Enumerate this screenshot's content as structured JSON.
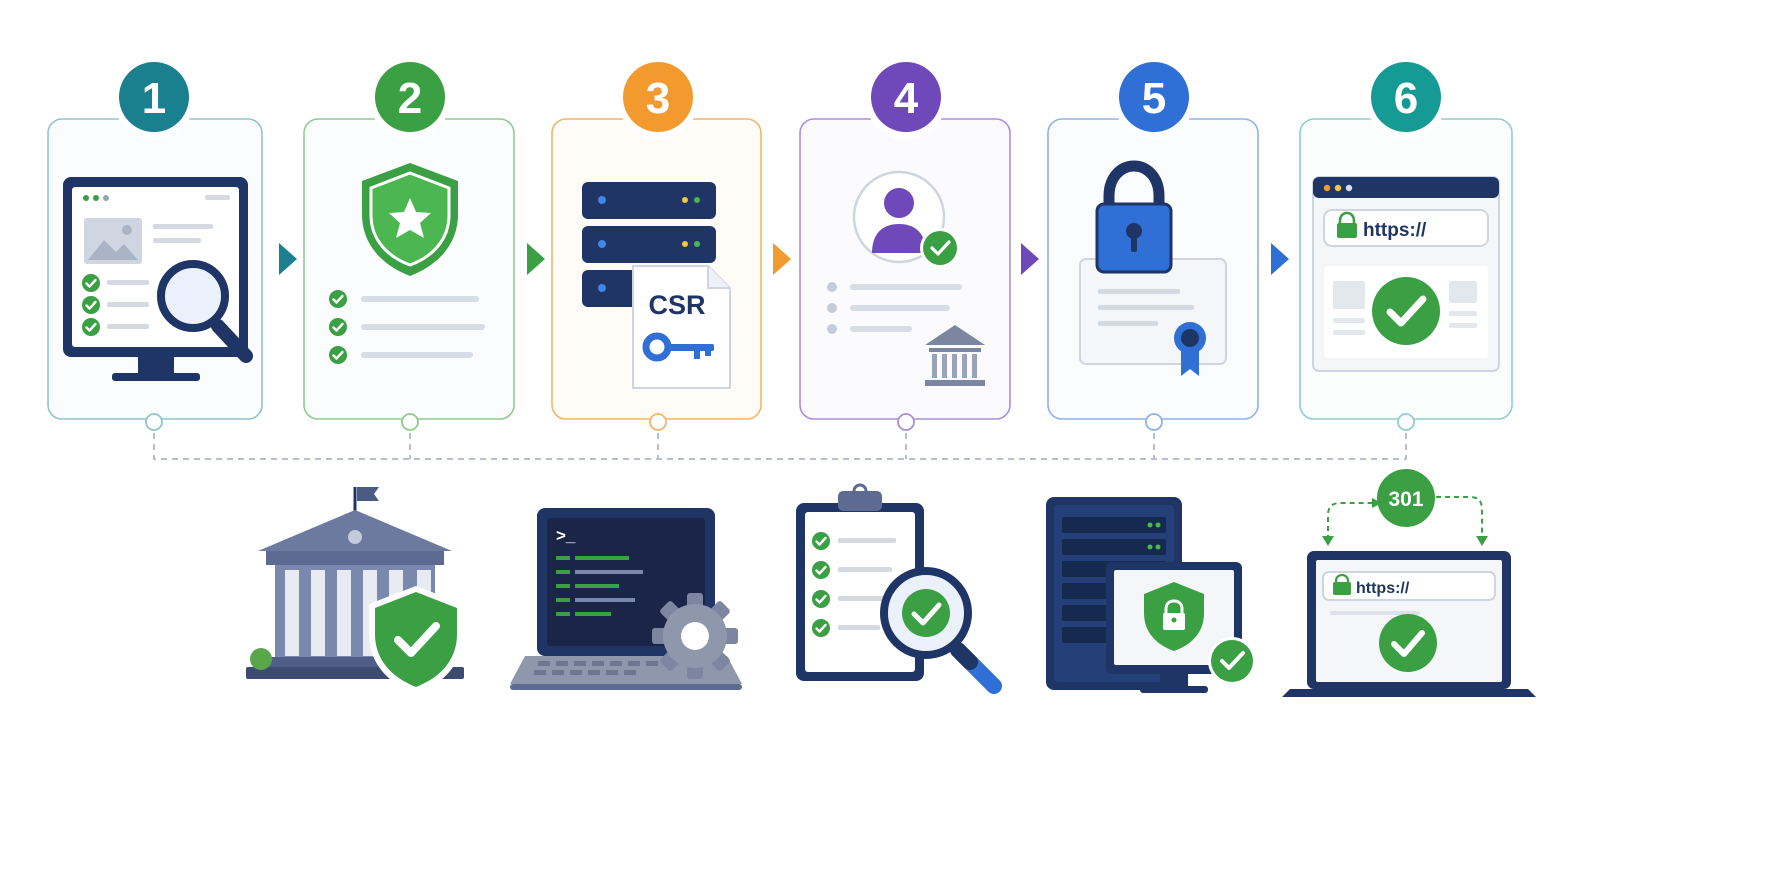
{
  "steps": [
    {
      "number": "1",
      "color": "#1a7f8f",
      "icon": "monitor-search-icon"
    },
    {
      "number": "2",
      "color": "#3aa043",
      "icon": "shield-star-icon"
    },
    {
      "number": "3",
      "color": "#f29a2e",
      "icon": "server-csr-key-icon"
    },
    {
      "number": "4",
      "color": "#6f49b9",
      "icon": "user-verified-icon"
    },
    {
      "number": "5",
      "color": "#2f6fd6",
      "icon": "padlock-certificate-icon"
    },
    {
      "number": "6",
      "color": "#159b93",
      "icon": "browser-https-check-icon"
    }
  ],
  "labels": {
    "csr": "CSR",
    "https_top": "https://",
    "https_bottom": "https://",
    "redirect_code": "301",
    "terminal_prompt": ">_"
  },
  "bottom_icons": [
    "institution-shield-icon",
    "laptop-terminal-gear-icon",
    "clipboard-magnifier-icon",
    "server-monitor-lock-icon",
    "laptop-redirect-https-icon"
  ],
  "palette": {
    "navy": "#1f3566",
    "check_green": "#3aa043",
    "line_gray": "#c9ced8",
    "key_blue": "#2f6fd6"
  }
}
